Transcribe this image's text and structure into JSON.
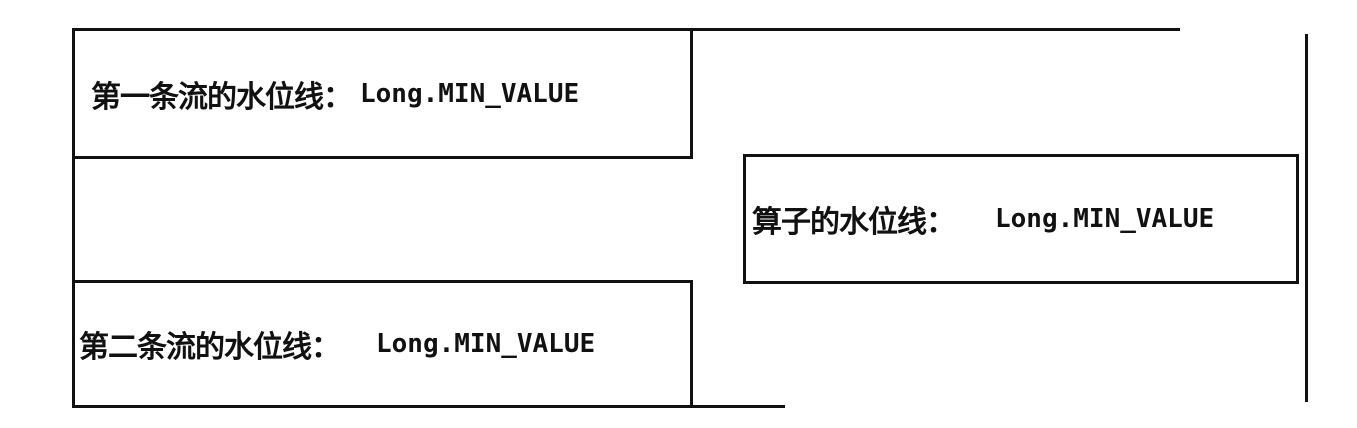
{
  "diagram": {
    "stream1": {
      "label": "第一条流的水位线：",
      "value": "Long.MIN_VALUE"
    },
    "stream2": {
      "label": "第二条流的水位线：",
      "value": "Long.MIN_VALUE"
    },
    "operator": {
      "label": "算子的水位线：",
      "value": "Long.MIN_VALUE"
    }
  },
  "colors": {
    "stroke": "#111111",
    "background": "#ffffff"
  }
}
